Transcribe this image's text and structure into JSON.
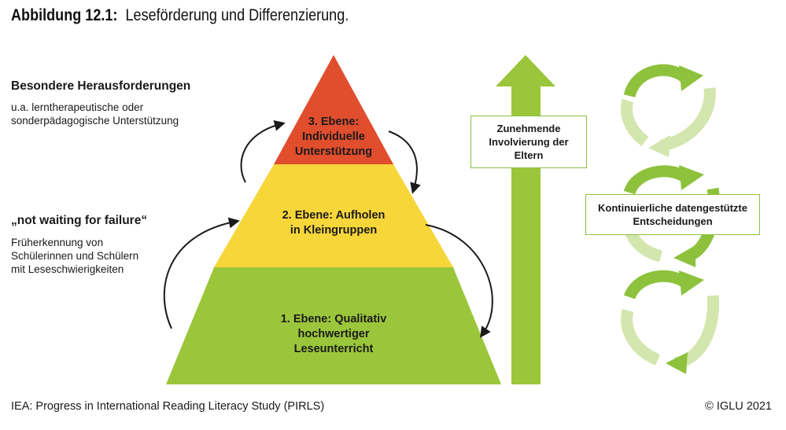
{
  "figure": {
    "label": "Abbildung 12.1:",
    "title": "Leseförderung und Differenzierung."
  },
  "left_notes": [
    {
      "heading": "Besondere Herausforderungen",
      "lines": [
        "u.a. lerntherapeutische oder",
        "sonderpädagogische Unterstützung"
      ]
    },
    {
      "heading": "„not waiting for failure“",
      "lines": [
        "Früherkennung von",
        "Schülerinnen und Schülern",
        "mit Leseschwierigkeiten"
      ]
    }
  ],
  "pyramid_levels": [
    {
      "lines": [
        "3. Ebene:",
        "Individuelle",
        "Unterstützung"
      ],
      "color": "#e04e2e"
    },
    {
      "lines": [
        "2. Ebene: Aufholen",
        "in Kleingruppen"
      ],
      "color": "#f7d63a"
    },
    {
      "lines": [
        "1. Ebene: Qualitativ",
        "hochwertiger",
        "Leseunterricht"
      ],
      "color": "#9bc63b"
    }
  ],
  "arrow_box": {
    "lines": [
      "Zunehmende",
      "Involvierung der",
      "Eltern"
    ]
  },
  "cycle_box": {
    "lines": [
      "Kontinuierliche datengestützte",
      "Entscheidungen"
    ]
  },
  "colors": {
    "arrow_green": "#9bc63b",
    "cycle_dark": "#8ec23d",
    "cycle_light": "#d3e6ad",
    "box_border": "#8cbf3f"
  },
  "icons": [
    "curved-arrow-icon",
    "up-arrow-icon",
    "cycle-arrow-icon"
  ],
  "footer": {
    "source": "IEA: Progress in International Reading Literacy Study (PIRLS)",
    "copyright": "© IGLU 2021"
  }
}
